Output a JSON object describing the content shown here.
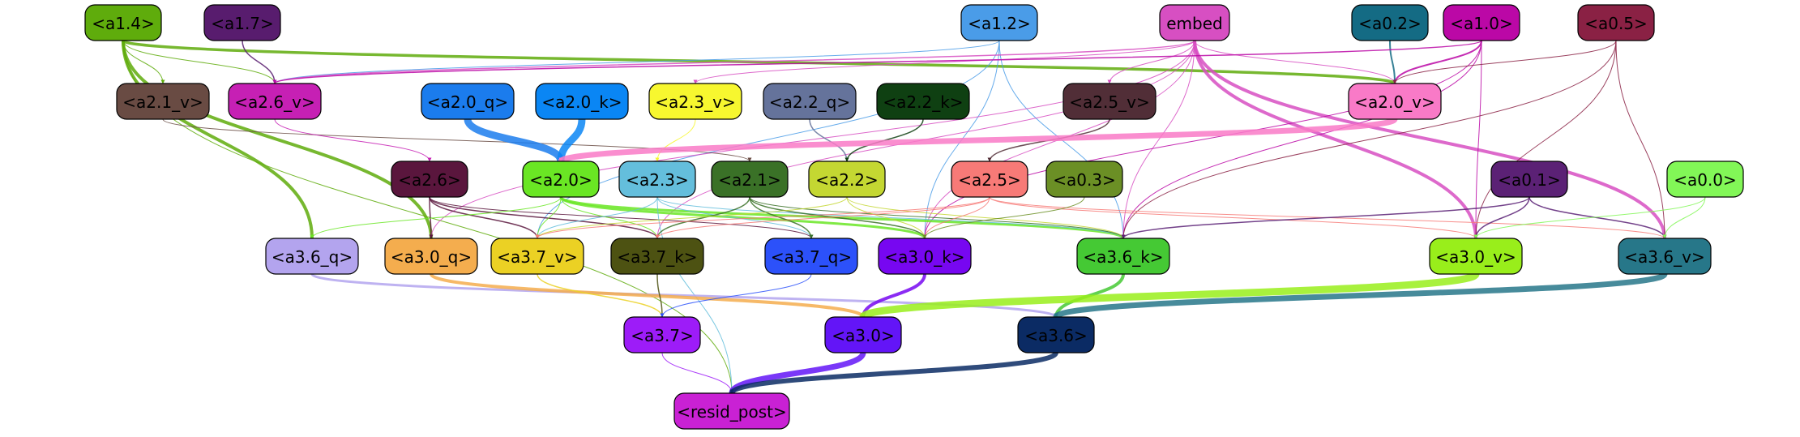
{
  "nodes": [
    {
      "id": "a1.4",
      "label": "<a1.4>",
      "fill": "#5fac0c",
      "text": "#000000"
    },
    {
      "id": "a1.7",
      "label": "<a1.7>",
      "fill": "#581c6e",
      "text": "#000000"
    },
    {
      "id": "a1.2",
      "label": "<a1.2>",
      "fill": "#4a9ce8",
      "text": "#000000"
    },
    {
      "id": "embed",
      "label": "embed",
      "fill": "#d74fc2",
      "text": "#000000"
    },
    {
      "id": "a0.2",
      "label": "<a0.2>",
      "fill": "#146b84",
      "text": "#000000"
    },
    {
      "id": "a1.0",
      "label": "<a1.0>",
      "fill": "#bb08a6",
      "text": "#000000"
    },
    {
      "id": "a0.5",
      "label": "<a0.5>",
      "fill": "#8a2144",
      "text": "#000000"
    },
    {
      "id": "a2.1_v",
      "label": "<a2.1_v>",
      "fill": "#694b43",
      "text": "#000000"
    },
    {
      "id": "a2.6_v",
      "label": "<a2.6_v>",
      "fill": "#c620b4",
      "text": "#000000"
    },
    {
      "id": "a2.0_q",
      "label": "<a2.0_q>",
      "fill": "#1b7ced",
      "text": "#000000"
    },
    {
      "id": "a2.0_k",
      "label": "<a2.0_k>",
      "fill": "#0a86f4",
      "text": "#000000"
    },
    {
      "id": "a2.3_v",
      "label": "<a2.3_v>",
      "fill": "#f7f72f",
      "text": "#000000"
    },
    {
      "id": "a2.2_q",
      "label": "<a2.2_q>",
      "fill": "#65739b",
      "text": "#000000"
    },
    {
      "id": "a2.2_k",
      "label": "<a2.2_k>",
      "fill": "#0f4012",
      "text": "#000000"
    },
    {
      "id": "a2.5_v",
      "label": "<a2.5_v>",
      "fill": "#512e37",
      "text": "#000000"
    },
    {
      "id": "a2.0_v",
      "label": "<a2.0_v>",
      "fill": "#f97ac7",
      "text": "#000000"
    },
    {
      "id": "a2.6",
      "label": "<a2.6>",
      "fill": "#5a163d",
      "text": "#000000"
    },
    {
      "id": "a2.0",
      "label": "<a2.0>",
      "fill": "#6ae624",
      "text": "#000000"
    },
    {
      "id": "a2.3",
      "label": "<a2.3>",
      "fill": "#64bedc",
      "text": "#000000"
    },
    {
      "id": "a2.1",
      "label": "<a2.1>",
      "fill": "#3a7127",
      "text": "#000000"
    },
    {
      "id": "a2.2",
      "label": "<a2.2>",
      "fill": "#c4d732",
      "text": "#000000"
    },
    {
      "id": "a2.5",
      "label": "<a2.5>",
      "fill": "#f77a77",
      "text": "#000000"
    },
    {
      "id": "a0.3",
      "label": "<a0.3>",
      "fill": "#6b8f25",
      "text": "#000000"
    },
    {
      "id": "a0.1",
      "label": "<a0.1>",
      "fill": "#5b2175",
      "text": "#000000"
    },
    {
      "id": "a0.0",
      "label": "<a0.0>",
      "fill": "#82f757",
      "text": "#000000"
    },
    {
      "id": "a3.6_q",
      "label": "<a3.6_q>",
      "fill": "#b3a4ee",
      "text": "#000000"
    },
    {
      "id": "a3.0_q",
      "label": "<a3.0_q>",
      "fill": "#f4ad4e",
      "text": "#000000"
    },
    {
      "id": "a3.7_v",
      "label": "<a3.7_v>",
      "fill": "#ebd124",
      "text": "#000000"
    },
    {
      "id": "a3.7_k",
      "label": "<a3.7_k>",
      "fill": "#4d5212",
      "text": "#000000"
    },
    {
      "id": "a3.7_q",
      "label": "<a3.7_q>",
      "fill": "#2c51fa",
      "text": "#000000"
    },
    {
      "id": "a3.0_k",
      "label": "<a3.0_k>",
      "fill": "#7707f1",
      "text": "#000000"
    },
    {
      "id": "a3.6_k",
      "label": "<a3.6_k>",
      "fill": "#45c934",
      "text": "#000000"
    },
    {
      "id": "a3.0_v",
      "label": "<a3.0_v>",
      "fill": "#99ee1b",
      "text": "#000000"
    },
    {
      "id": "a3.6_v",
      "label": "<a3.6_v>",
      "fill": "#277789",
      "text": "#000000"
    },
    {
      "id": "a3.7",
      "label": "<a3.7>",
      "fill": "#9d1cf8",
      "text": "#000000"
    },
    {
      "id": "a3.0",
      "label": "<a3.0>",
      "fill": "#6315f7",
      "text": "#000000"
    },
    {
      "id": "a3.6",
      "label": "<a3.6>",
      "fill": "#0b2b64",
      "text": "#000000"
    },
    {
      "id": "resid_post",
      "label": "<resid_post>",
      "fill": "#c921d4",
      "text": "#000000"
    }
  ],
  "edges": [
    {
      "from": "a1.4",
      "to": "a2.0_v",
      "color": "#5fac0c",
      "width": 3.5
    },
    {
      "from": "a1.4",
      "to": "a2.6_v",
      "color": "#5fac0c",
      "width": 1
    },
    {
      "from": "a1.4",
      "to": "a2.1_v",
      "color": "#5fac0c",
      "width": 1
    },
    {
      "from": "a1.4",
      "to": "a3.6_q",
      "color": "#5fac0c",
      "width": 4
    },
    {
      "from": "a1.4",
      "to": "a3.0_q",
      "color": "#5fac0c",
      "width": 4
    },
    {
      "from": "a1.4",
      "to": "resid_post",
      "color": "#5fac0c",
      "width": 1
    },
    {
      "from": "a1.7",
      "to": "a2.6_v",
      "color": "#581c6e",
      "width": 1.5
    },
    {
      "from": "a1.2",
      "to": "a2.6_v",
      "color": "#4a9ce8",
      "width": 1
    },
    {
      "from": "a1.2",
      "to": "a3.6_k",
      "color": "#4a9ce8",
      "width": 1
    },
    {
      "from": "a1.2",
      "to": "a3.0_k",
      "color": "#4a9ce8",
      "width": 1
    },
    {
      "from": "a1.2",
      "to": "a3.7_v",
      "color": "#4a9ce8",
      "width": 1
    },
    {
      "from": "embed",
      "to": "a3.0_v",
      "color": "#d74fc2",
      "width": 4
    },
    {
      "from": "embed",
      "to": "a3.6_v",
      "color": "#d74fc2",
      "width": 4
    },
    {
      "from": "embed",
      "to": "a2.0_v",
      "color": "#d74fc2",
      "width": 1
    },
    {
      "from": "embed",
      "to": "a2.5_v",
      "color": "#d74fc2",
      "width": 1
    },
    {
      "from": "embed",
      "to": "a2.6_v",
      "color": "#d74fc2",
      "width": 1.5
    },
    {
      "from": "embed",
      "to": "a2.3_v",
      "color": "#d74fc2",
      "width": 1
    },
    {
      "from": "embed",
      "to": "a3.6_k",
      "color": "#d74fc2",
      "width": 1
    },
    {
      "from": "embed",
      "to": "a3.0_k",
      "color": "#d74fc2",
      "width": 1
    },
    {
      "from": "embed",
      "to": "a3.7_k",
      "color": "#d74fc2",
      "width": 1
    },
    {
      "from": "embed",
      "to": "a3.0_q",
      "color": "#d74fc2",
      "width": 1
    },
    {
      "from": "a0.2",
      "to": "a2.0_v",
      "color": "#146b84",
      "width": 2
    },
    {
      "from": "a1.0",
      "to": "a2.0_v",
      "color": "#bb08a6",
      "width": 2
    },
    {
      "from": "a1.0",
      "to": "a2.6_v",
      "color": "#bb08a6",
      "width": 1.5
    },
    {
      "from": "a1.0",
      "to": "a3.0_v",
      "color": "#bb08a6",
      "width": 1
    },
    {
      "from": "a1.0",
      "to": "a3.6_k",
      "color": "#bb08a6",
      "width": 1
    },
    {
      "from": "a1.0",
      "to": "a3.0_k",
      "color": "#bb08a6",
      "width": 1
    },
    {
      "from": "a0.5",
      "to": "a2.0_v",
      "color": "#8a2144",
      "width": 1
    },
    {
      "from": "a0.5",
      "to": "a3.6_v",
      "color": "#8a2144",
      "width": 1
    },
    {
      "from": "a0.5",
      "to": "a3.0_v",
      "color": "#8a2144",
      "width": 1
    },
    {
      "from": "a0.5",
      "to": "a3.6_k",
      "color": "#8a2144",
      "width": 1
    },
    {
      "from": "a2.1_v",
      "to": "a2.1",
      "color": "#694b43",
      "width": 1
    },
    {
      "from": "a2.6_v",
      "to": "a2.6",
      "color": "#c620b4",
      "width": 1
    },
    {
      "from": "a2.0_q",
      "to": "a2.0",
      "color": "#1b7ced",
      "width": 9
    },
    {
      "from": "a2.0_k",
      "to": "a2.0",
      "color": "#0a86f4",
      "width": 9
    },
    {
      "from": "a2.3_v",
      "to": "a2.3",
      "color": "#f7f72f",
      "width": 1
    },
    {
      "from": "a2.2_q",
      "to": "a2.2",
      "color": "#65739b",
      "width": 1.5
    },
    {
      "from": "a2.2_k",
      "to": "a2.2",
      "color": "#0f4012",
      "width": 1.5
    },
    {
      "from": "a2.5_v",
      "to": "a2.5",
      "color": "#512e37",
      "width": 1.5
    },
    {
      "from": "a2.0_v",
      "to": "a2.0",
      "color": "#f97ac7",
      "width": 7
    },
    {
      "from": "a2.6",
      "to": "a3.7_v",
      "color": "#5a163d",
      "width": 1.5
    },
    {
      "from": "a2.6",
      "to": "a3.0_q",
      "color": "#5a163d",
      "width": 1.5
    },
    {
      "from": "a2.6",
      "to": "a3.7_k",
      "color": "#5a163d",
      "width": 1.5
    },
    {
      "from": "a2.6",
      "to": "a3.7_q",
      "color": "#5a163d",
      "width": 1
    },
    {
      "from": "a2.0",
      "to": "a3.6_k",
      "color": "#6ae624",
      "width": 3
    },
    {
      "from": "a2.0",
      "to": "a3.0_k",
      "color": "#6ae624",
      "width": 3
    },
    {
      "from": "a2.0",
      "to": "a3.7_v",
      "color": "#6ae624",
      "width": 1
    },
    {
      "from": "a2.0",
      "to": "a3.6_q",
      "color": "#6ae624",
      "width": 1
    },
    {
      "from": "a2.0",
      "to": "a3.7_k",
      "color": "#6ae624",
      "width": 1
    },
    {
      "from": "a2.3",
      "to": "a3.7_q",
      "color": "#64bedc",
      "width": 1
    },
    {
      "from": "a2.3",
      "to": "a3.7_v",
      "color": "#64bedc",
      "width": 1
    },
    {
      "from": "a2.3",
      "to": "resid_post",
      "color": "#64bedc",
      "width": 1
    },
    {
      "from": "a2.3",
      "to": "a3.6_k",
      "color": "#64bedc",
      "width": 1
    },
    {
      "from": "a2.1",
      "to": "a3.7_k",
      "color": "#3a7127",
      "width": 1.5
    },
    {
      "from": "a2.1",
      "to": "a3.7_q",
      "color": "#3a7127",
      "width": 1.5
    },
    {
      "from": "a2.1",
      "to": "a3.0_k",
      "color": "#3a7127",
      "width": 1.5
    },
    {
      "from": "a2.1",
      "to": "a3.6_k",
      "color": "#3a7127",
      "width": 1
    },
    {
      "from": "a2.2",
      "to": "a3.7_v",
      "color": "#c4d732",
      "width": 1
    },
    {
      "from": "a2.2",
      "to": "a3.0_k",
      "color": "#c4d732",
      "width": 1
    },
    {
      "from": "a2.2",
      "to": "a3.6_k",
      "color": "#c4d732",
      "width": 1
    },
    {
      "from": "a2.5",
      "to": "a3.0_v",
      "color": "#f77a77",
      "width": 1
    },
    {
      "from": "a2.5",
      "to": "a3.6_v",
      "color": "#f77a77",
      "width": 1
    },
    {
      "from": "a2.5",
      "to": "a3.7_v",
      "color": "#f77a77",
      "width": 1
    },
    {
      "from": "a2.5",
      "to": "a3.0_k",
      "color": "#f77a77",
      "width": 1
    },
    {
      "from": "a2.5",
      "to": "a3.7_k",
      "color": "#f77a77",
      "width": 1
    },
    {
      "from": "a0.3",
      "to": "a3.0_k",
      "color": "#6b8f25",
      "width": 1
    },
    {
      "from": "a0.1",
      "to": "a3.6_k",
      "color": "#5b2175",
      "width": 1.5
    },
    {
      "from": "a0.1",
      "to": "a3.6_v",
      "color": "#5b2175",
      "width": 1.5
    },
    {
      "from": "a0.1",
      "to": "a3.0_v",
      "color": "#5b2175",
      "width": 1.5
    },
    {
      "from": "a0.0",
      "to": "a3.6_v",
      "color": "#82f757",
      "width": 1
    },
    {
      "from": "a0.0",
      "to": "a3.0_v",
      "color": "#82f757",
      "width": 1
    },
    {
      "from": "a3.6_q",
      "to": "a3.6",
      "color": "#b3a4ee",
      "width": 3
    },
    {
      "from": "a3.0_q",
      "to": "a3.0",
      "color": "#f4ad4e",
      "width": 4
    },
    {
      "from": "a3.7_v",
      "to": "a3.7",
      "color": "#ebd124",
      "width": 1.5
    },
    {
      "from": "a3.7_k",
      "to": "a3.7",
      "color": "#4d5212",
      "width": 1.5
    },
    {
      "from": "a3.7_q",
      "to": "a3.7",
      "color": "#2c51fa",
      "width": 1
    },
    {
      "from": "a3.0_k",
      "to": "a3.0",
      "color": "#7707f1",
      "width": 4
    },
    {
      "from": "a3.6_k",
      "to": "a3.6",
      "color": "#45c934",
      "width": 4
    },
    {
      "from": "a3.0_v",
      "to": "a3.0",
      "color": "#99ee1b",
      "width": 9
    },
    {
      "from": "a3.6_v",
      "to": "a3.6",
      "color": "#277789",
      "width": 7
    },
    {
      "from": "a3.7",
      "to": "resid_post",
      "color": "#9d1cf8",
      "width": 1
    },
    {
      "from": "a3.0",
      "to": "resid_post",
      "color": "#6315f7",
      "width": 7
    },
    {
      "from": "a3.6",
      "to": "resid_post",
      "color": "#0b2b64",
      "width": 6
    }
  ]
}
